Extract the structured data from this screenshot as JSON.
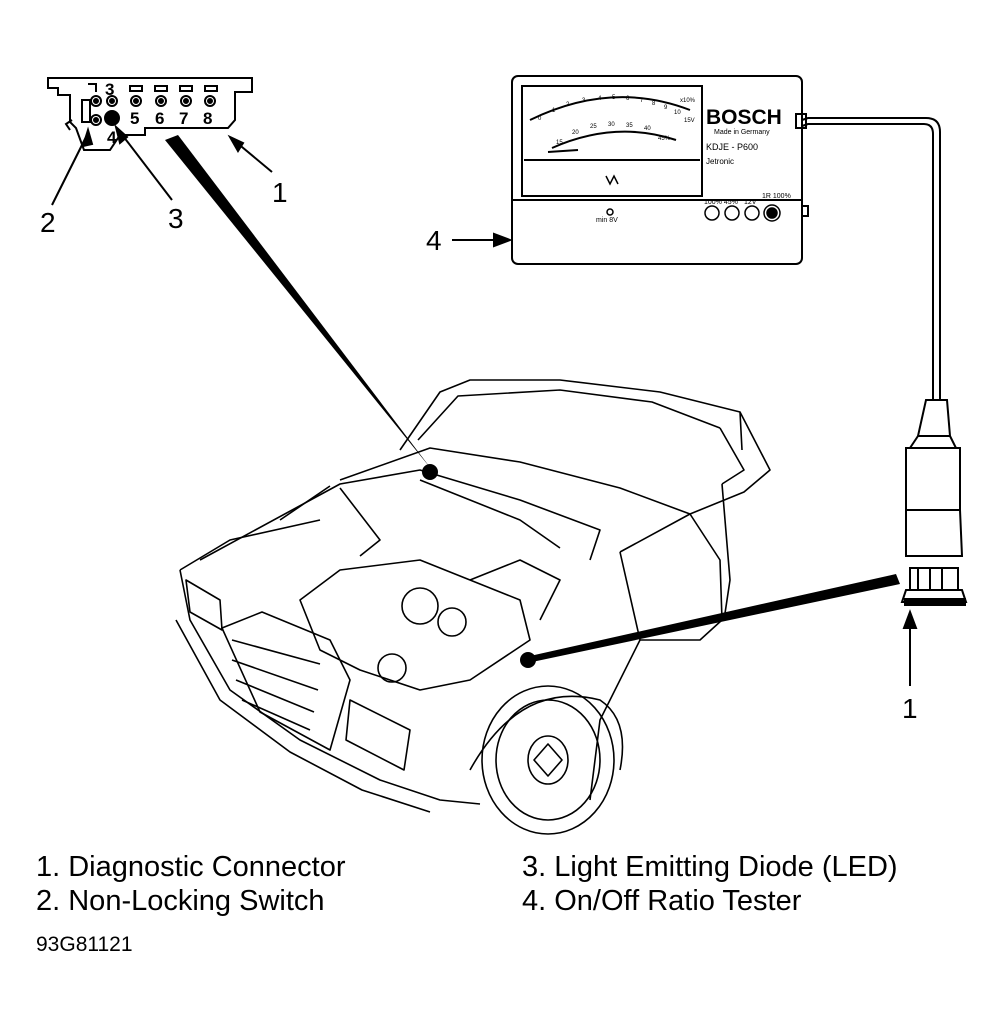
{
  "callouts": {
    "connector_top": "1",
    "switch": "2",
    "led": "3",
    "tester": "4",
    "connector_right": "1"
  },
  "connector_pins": [
    "3",
    "4",
    "5",
    "6",
    "7",
    "8"
  ],
  "tester": {
    "brand": "BOSCH",
    "made_in": "Made in Germany",
    "model": "KDJE - P600",
    "name": "Jetronic",
    "meter_scale_top": [
      "0",
      "1",
      "2",
      "3",
      "4",
      "5",
      "6",
      "7",
      "8",
      "9",
      "10"
    ],
    "meter_scale_top_unit": "x10%",
    "meter_scale_right_unit": "15V",
    "meter_scale_bottom": [
      "15",
      "20",
      "25",
      "30",
      "35",
      "40",
      "45%"
    ],
    "buttons": [
      "100% 45%",
      "12V",
      "1R 100%"
    ],
    "min_label": "min 8V"
  },
  "legend": {
    "item1": "1. Diagnostic Connector",
    "item2": "2. Non-Locking Switch",
    "item3": "3. Light Emitting Diode (LED)",
    "item4": "4. On/Off Ratio Tester"
  },
  "figure_id": "93G81121"
}
